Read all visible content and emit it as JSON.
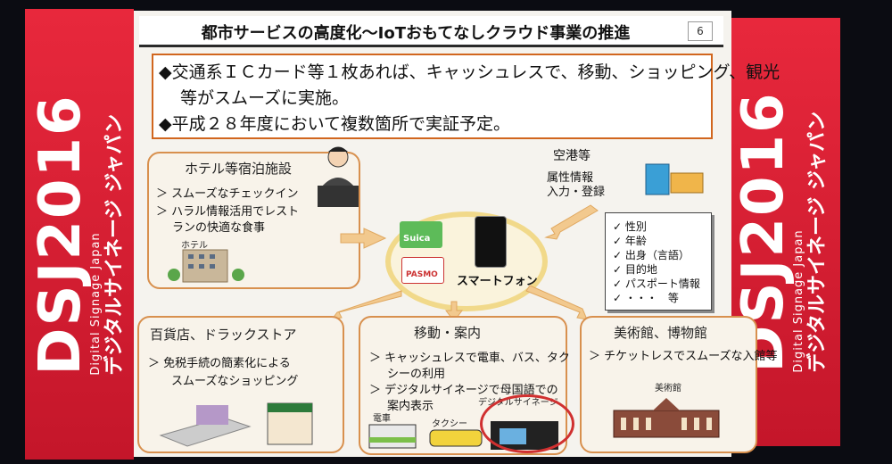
{
  "branding": {
    "left": {
      "big": "DSJ2016",
      "small": "Digital Signage Japan",
      "jp": "デジタルサイネージ ジャパン"
    },
    "right": {
      "big": "DSJ2016",
      "small": "Digital Signage Japan",
      "jp": "デジタルサイネージ ジャパン"
    }
  },
  "slide": {
    "title": "都市サービスの高度化〜IoTおもてなしクラウド事業の推進",
    "page": "6",
    "bullets": [
      "◆交通系ＩＣカード等１枚あれば、キャッシュレスで、移動、ショッピング、観光",
      "等がスムーズに実施。",
      "◆平成２８年度において複数箇所で実証予定。"
    ],
    "hotel": {
      "head": "ホテル等宿泊施設",
      "items": [
        "＞ スムーズなチェックイン",
        "＞ ハラル情報活用でレスト",
        "ランの快適な食事"
      ],
      "caption": "ホテル"
    },
    "center": {
      "phone_label": "スマートフォン",
      "card1": "Suica",
      "card2": "PASMO"
    },
    "airport": {
      "head": "空港等",
      "attr_head_1": "属性情報",
      "attr_head_2": "入力・登録",
      "attrs": [
        "✓ 性別",
        "✓ 年齢",
        "✓ 出身（言語）",
        "✓ 目的地",
        "✓ パスポート情報",
        "✓ ・・・　等"
      ]
    },
    "dept": {
      "head": "百貨店、ドラックストア",
      "items": [
        "＞ 免税手続の簡素化による",
        "スムーズなショッピング"
      ]
    },
    "move": {
      "head": "移動・案内",
      "items": [
        "＞ キャッシュレスで電車、バス、タク",
        "シーの利用",
        "＞ デジタルサイネージで母国語での",
        "案内表示"
      ],
      "captions": {
        "train": "電車",
        "taxi": "タクシー",
        "signage": "デジタルサイネージ"
      }
    },
    "museum": {
      "head": "美術館、博物館",
      "items": [
        "＞ チケットレスでスムーズな入館等"
      ],
      "caption": "美術館"
    }
  },
  "colors": {
    "brand_red": "#d81e32",
    "box_border": "#d8904e",
    "bullet_border": "#d1661e"
  }
}
